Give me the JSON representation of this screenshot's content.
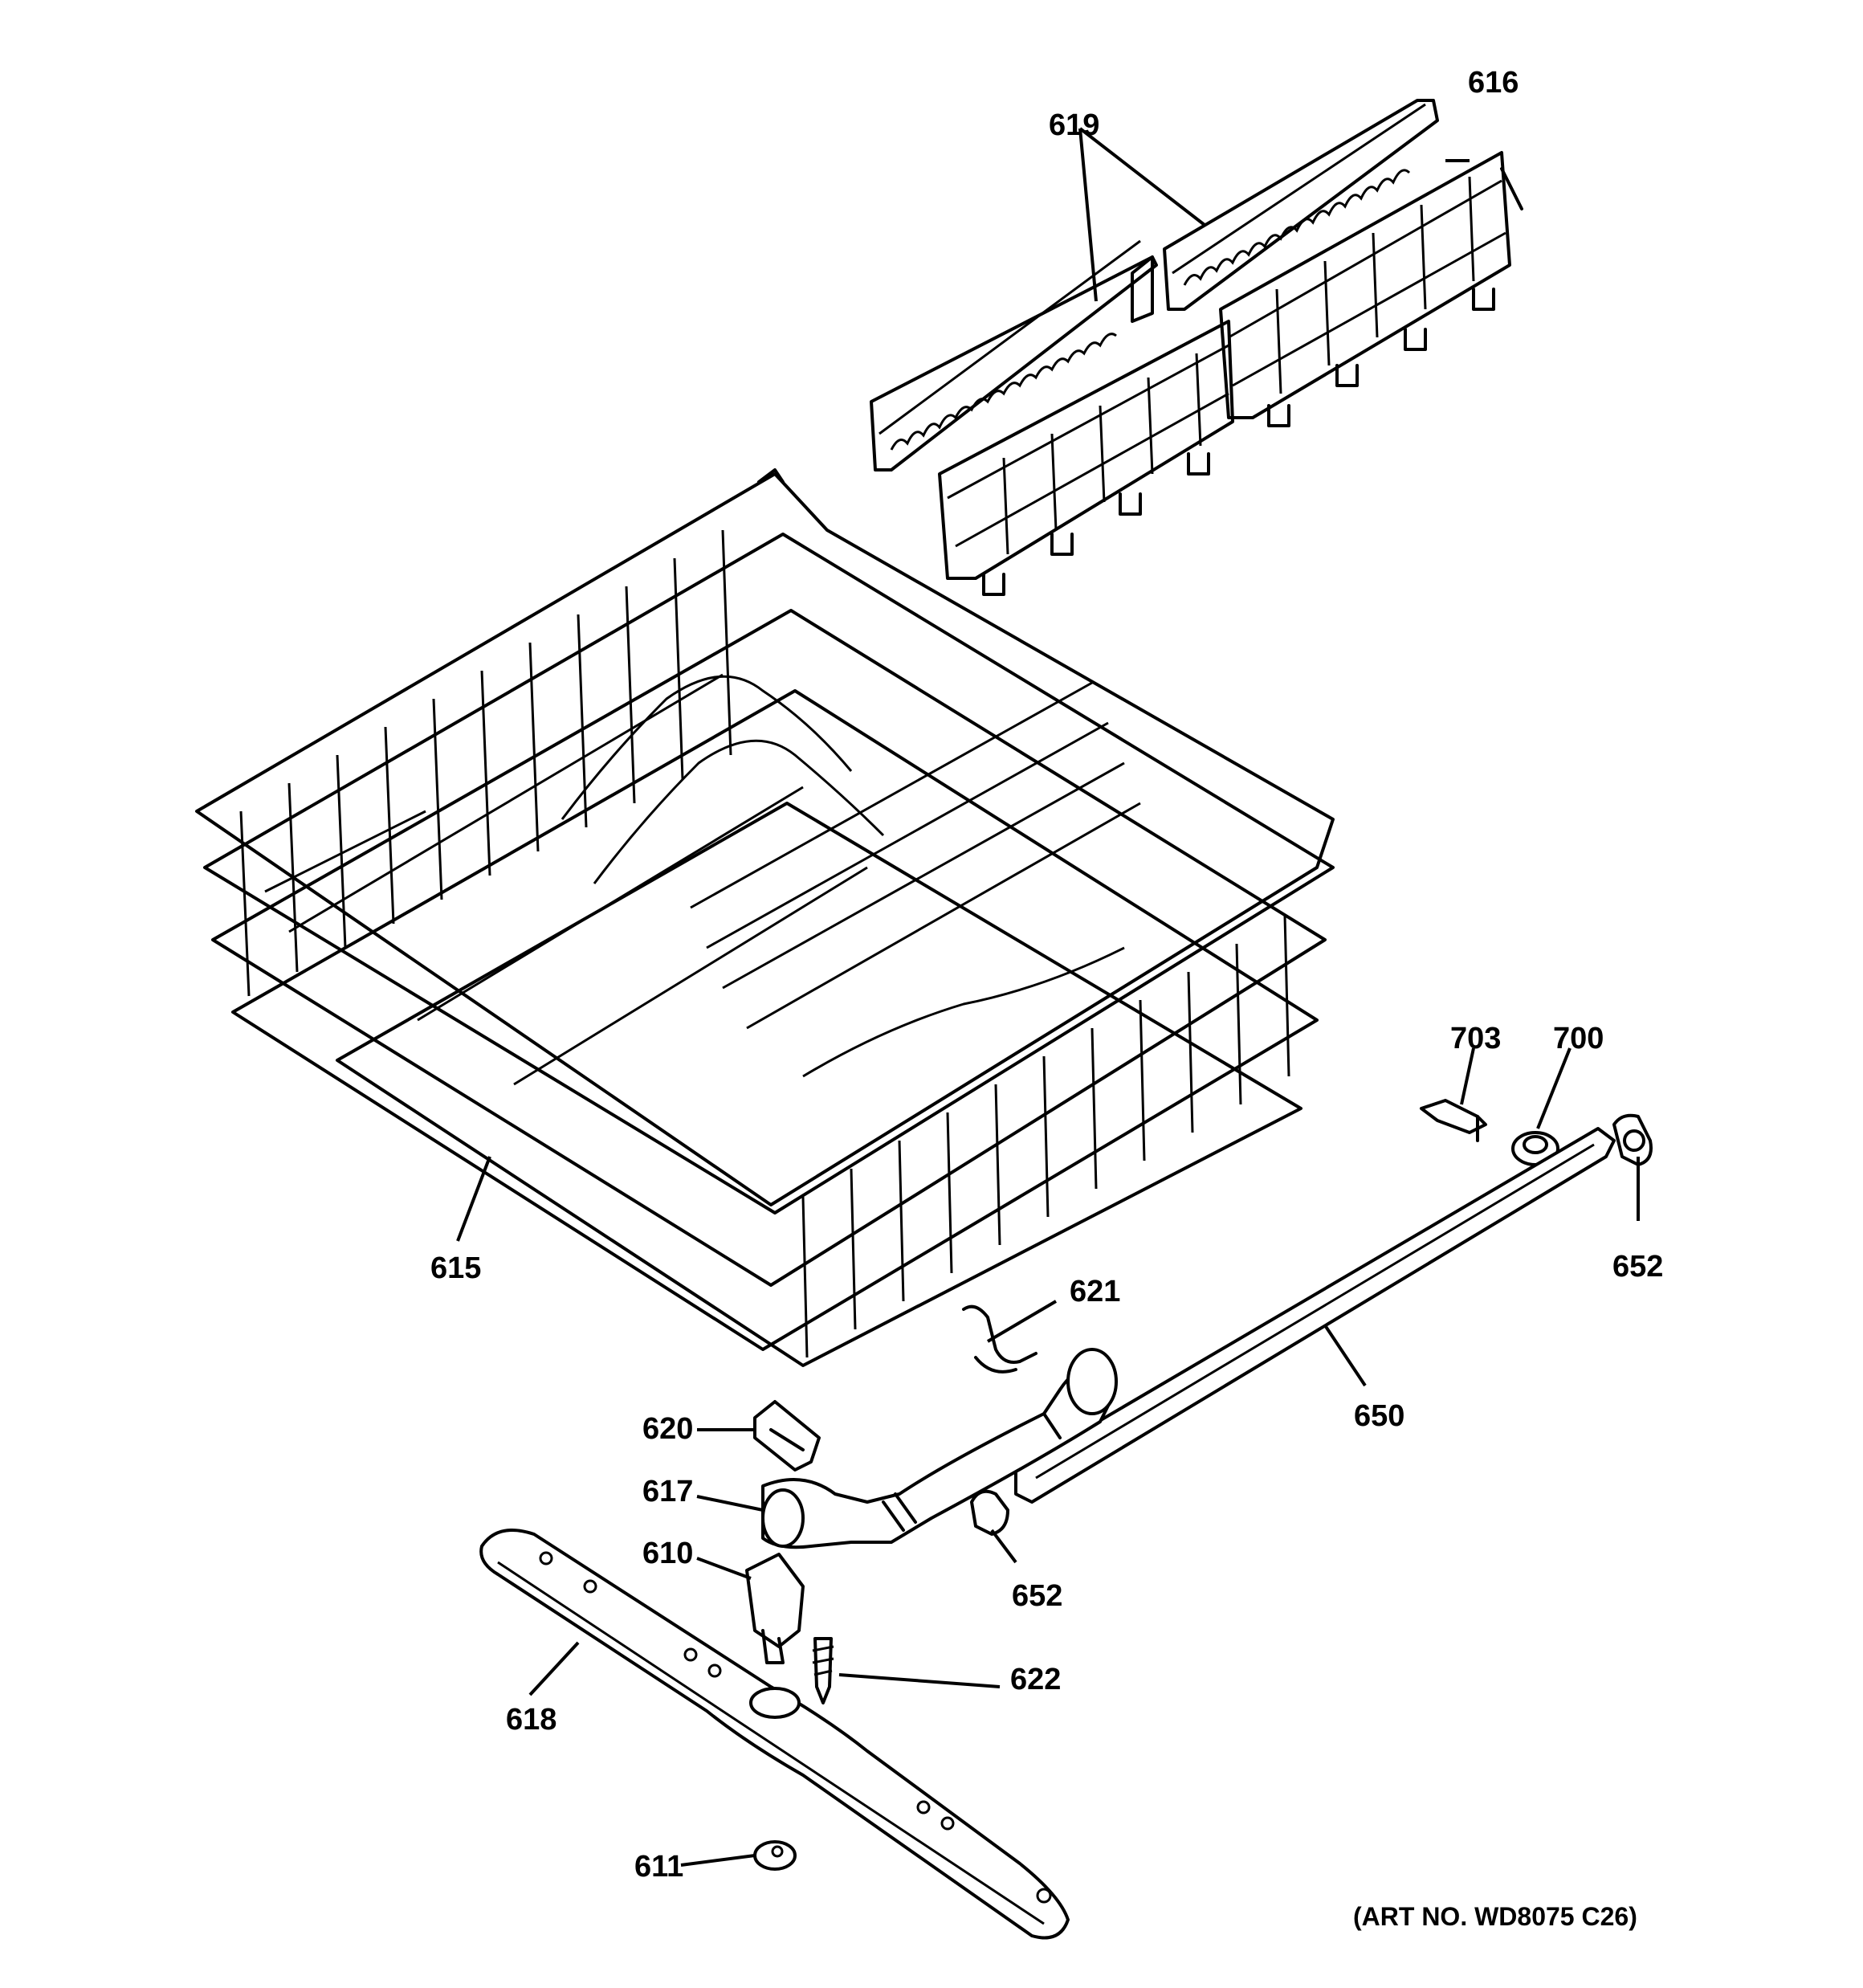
{
  "callouts": {
    "c616": "616",
    "c619": "619",
    "c615": "615",
    "c703": "703",
    "c700": "700",
    "c652a": "652",
    "c621": "621",
    "c650": "650",
    "c620": "620",
    "c617": "617",
    "c610": "610",
    "c652b": "652",
    "c622": "622",
    "c618": "618",
    "c611": "611"
  },
  "art_number": "(ART NO. WD8075 C26)"
}
